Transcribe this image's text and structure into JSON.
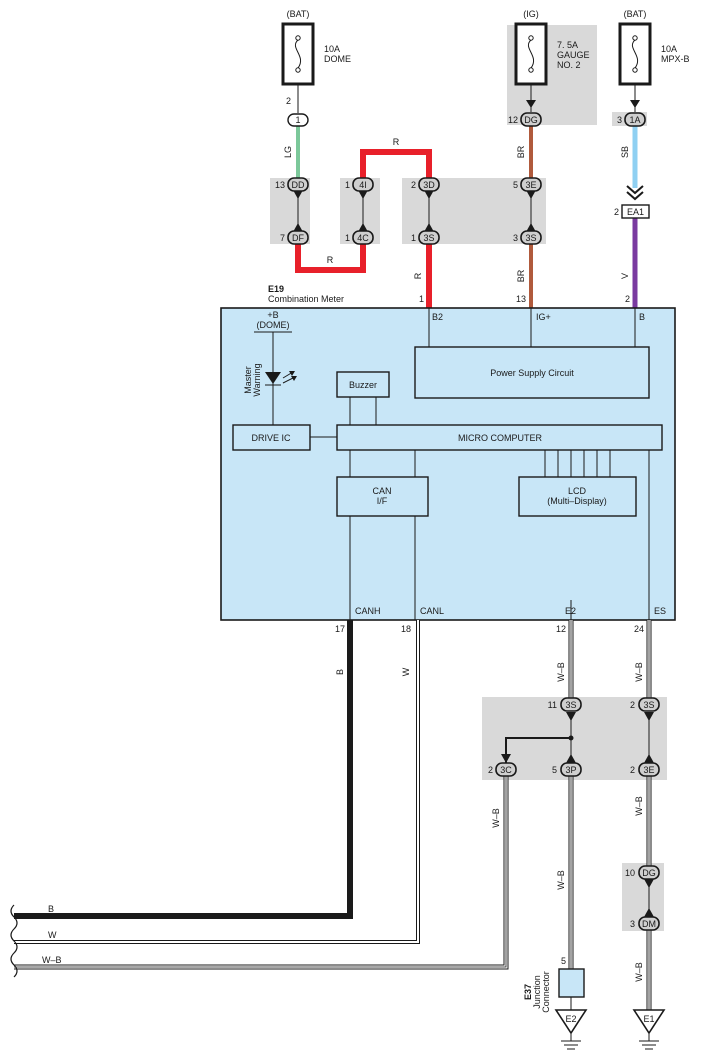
{
  "fuses": [
    {
      "source": "(BAT)",
      "rating": "10A",
      "name": "DOME",
      "name2": "",
      "name3": ""
    },
    {
      "source": "(IG)",
      "rating": "7. 5A",
      "name": "GAUGE",
      "name2": "NO. 2",
      "name3": ""
    },
    {
      "source": "(BAT)",
      "rating": "10A",
      "name": "MPX-B",
      "name2": "",
      "name3": ""
    }
  ],
  "pins": {
    "dome_pin": "2",
    "dome_conn": "1",
    "gauge_pin": "12",
    "gauge_conn": "DG",
    "mpx_pin": "3",
    "mpx_conn": "1A",
    "dd_pin": "13",
    "dd": "DD",
    "df_pin": "7",
    "df": "DF",
    "i4_pin": "1",
    "i4": "4I",
    "c4_pin": "1",
    "c4": "4C",
    "d3_pin": "2",
    "d3": "3D",
    "s3a_pin": "1",
    "s3a": "3S",
    "e3a_pin": "5",
    "e3a": "3E",
    "s3b_pin": "3",
    "s3b": "3S",
    "ea1_pin": "2",
    "ea1": "EA1",
    "meter_b2_pin": "1",
    "meter_ig_pin": "13",
    "meter_b_pin": "2",
    "canh_pin": "17",
    "canl_pin": "18",
    "e2_pin": "12",
    "es_pin": "24",
    "j11_pin": "11",
    "j11": "3S",
    "j2_pin": "2",
    "j2": "3S",
    "jc_pin": "2",
    "jc": "3C",
    "jp_pin": "5",
    "jp": "3P",
    "je_pin": "2",
    "je": "3E",
    "dg2_pin": "10",
    "dg2": "DG",
    "dm_pin": "3",
    "dm": "DM",
    "e37_pin": "5"
  },
  "wire_colors": {
    "lg": "LG",
    "r_top": "R",
    "r_bottom": "R",
    "r_meter": "R",
    "br1": "BR",
    "br2": "BR",
    "sb": "SB",
    "v": "V",
    "b_vert": "B",
    "w_vert": "W",
    "wb_e2": "W–B",
    "wb_es": "W–B",
    "wb_3c": "W–B",
    "wb_3p": "W–B",
    "wb_3e": "W–B",
    "wb_dm": "W–B",
    "b_bot": "B",
    "w_bot": "W",
    "wb_bot": "W–B"
  },
  "meter": {
    "code": "E19",
    "name": "Combination Meter",
    "term_b2": "B2",
    "term_ig": "IG+",
    "term_b": "B",
    "plusb": "+B",
    "dome": "(DOME)",
    "master": "Master",
    "warning": "Warning",
    "buzzer": "Buzzer",
    "drive_ic": "DRIVE IC",
    "micro": "MICRO COMPUTER",
    "power": "Power Supply Circuit",
    "can1": "CAN",
    "can2": "I/F",
    "lcd1": "LCD",
    "lcd2": "(Multi–Display)",
    "canh": "CANH",
    "canl": "CANL",
    "e2": "E2",
    "es": "ES"
  },
  "junction": {
    "code": "E37",
    "name1": "Junction",
    "name2": "Connector"
  },
  "grounds": {
    "e2": "E2",
    "e1": "E1"
  },
  "colors": {
    "meter_fill": "#c8e6f7",
    "red": "#e8202a",
    "brown": "#b05a3c",
    "green": "#7cc89a",
    "lightblue": "#8fd0f2",
    "purple": "#7a3aa0",
    "grey": "#d9d9d9"
  }
}
